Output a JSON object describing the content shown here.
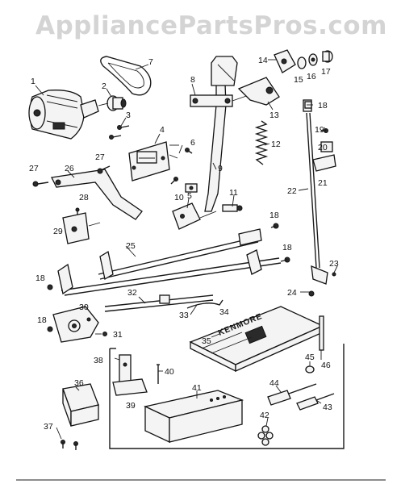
{
  "watermark": "AppliancePartsPros.com",
  "kit_box": {
    "brand": "KENMORE"
  },
  "callouts": [
    {
      "id": "c1",
      "label": "1"
    },
    {
      "id": "c2",
      "label": "2"
    },
    {
      "id": "c3",
      "label": "3"
    },
    {
      "id": "c4",
      "label": "4"
    },
    {
      "id": "c5",
      "label": "5"
    },
    {
      "id": "c6",
      "label": "6"
    },
    {
      "id": "c7",
      "label": "7"
    },
    {
      "id": "c8",
      "label": "8"
    },
    {
      "id": "c9",
      "label": "9"
    },
    {
      "id": "c10",
      "label": "10"
    },
    {
      "id": "c11",
      "label": "11"
    },
    {
      "id": "c12",
      "label": "12"
    },
    {
      "id": "c13",
      "label": "13"
    },
    {
      "id": "c14",
      "label": "14"
    },
    {
      "id": "c15",
      "label": "15"
    },
    {
      "id": "c16",
      "label": "16"
    },
    {
      "id": "c17",
      "label": "17"
    },
    {
      "id": "c18a",
      "label": "18"
    },
    {
      "id": "c18b",
      "label": "18"
    },
    {
      "id": "c18c",
      "label": "18"
    },
    {
      "id": "c18d",
      "label": "18"
    },
    {
      "id": "c18e",
      "label": "18"
    },
    {
      "id": "c19",
      "label": "19"
    },
    {
      "id": "c20",
      "label": "20"
    },
    {
      "id": "c21",
      "label": "21"
    },
    {
      "id": "c22",
      "label": "22"
    },
    {
      "id": "c23",
      "label": "23"
    },
    {
      "id": "c24",
      "label": "24"
    },
    {
      "id": "c25",
      "label": "25"
    },
    {
      "id": "c26",
      "label": "26"
    },
    {
      "id": "c27a",
      "label": "27"
    },
    {
      "id": "c27b",
      "label": "27"
    },
    {
      "id": "c28",
      "label": "28"
    },
    {
      "id": "c29",
      "label": "29"
    },
    {
      "id": "c30",
      "label": "30"
    },
    {
      "id": "c31",
      "label": "31"
    },
    {
      "id": "c32",
      "label": "32"
    },
    {
      "id": "c33",
      "label": "33"
    },
    {
      "id": "c34",
      "label": "34"
    },
    {
      "id": "c35",
      "label": "35"
    },
    {
      "id": "c36",
      "label": "36"
    },
    {
      "id": "c37",
      "label": "37"
    },
    {
      "id": "c38",
      "label": "38"
    },
    {
      "id": "c39",
      "label": "39"
    },
    {
      "id": "c40",
      "label": "40"
    },
    {
      "id": "c41",
      "label": "41"
    },
    {
      "id": "c42",
      "label": "42"
    },
    {
      "id": "c43",
      "label": "43"
    },
    {
      "id": "c44",
      "label": "44"
    },
    {
      "id": "c45",
      "label": "45"
    },
    {
      "id": "c46",
      "label": "46"
    }
  ]
}
